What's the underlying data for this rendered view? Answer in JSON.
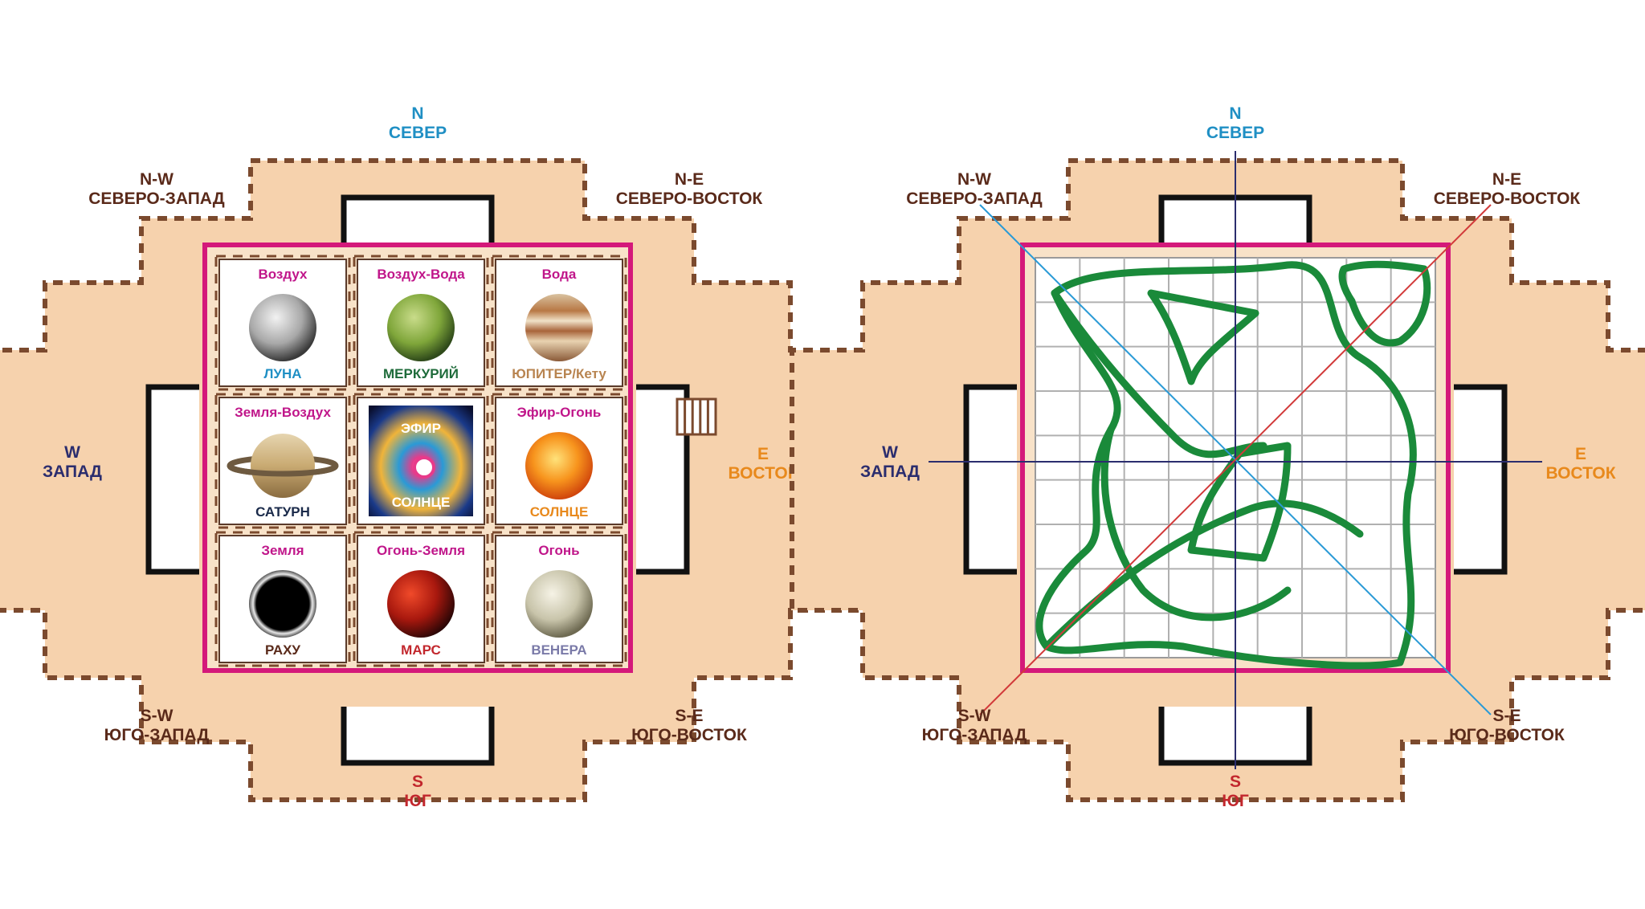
{
  "colors": {
    "north": "#1f8fc4",
    "south": "#c2272d",
    "west": "#2b2d6e",
    "east": "#e8891c",
    "corner": "#5a2a1a",
    "element": "#c0168a",
    "frame": "#d4197a",
    "wall": "#f6d2ad",
    "dash": "#7b4a2e",
    "figure": "#1a8a3a",
    "diag_nw_se": "#2a9ad6",
    "diag_sw_ne": "#d23a3a",
    "axis": "#2b2d6e"
  },
  "left": {
    "directions": {
      "n": {
        "code": "N",
        "name": "СЕВЕР"
      },
      "s": {
        "code": "S",
        "name": "ЮГ"
      },
      "w": {
        "code": "W",
        "name": "ЗАПАД"
      },
      "e": {
        "code": "E",
        "name": "ВОСТОК"
      },
      "nw": {
        "code": "N-W",
        "name": "СЕВЕРО-ЗАПАД"
      },
      "ne": {
        "code": "N-E",
        "name": "СЕВЕРО-ВОСТОК"
      },
      "sw": {
        "code": "S-W",
        "name": "ЮГО-ЗАПАД"
      },
      "se": {
        "code": "S-E",
        "name": "ЮГО-ВОСТОК"
      }
    },
    "cells": [
      {
        "element": "Воздух",
        "planet": "ЛУНА",
        "planet_color": "#1f8fc4",
        "icon": "moon-icon"
      },
      {
        "element": "Воздух-Вода",
        "planet": "МЕРКУРИЙ",
        "planet_color": "#1e6b3a",
        "icon": "mercury-icon"
      },
      {
        "element": "Вода",
        "planet": "ЮПИТЕР/Кету",
        "planet_color": "#b88450",
        "icon": "jupiter-icon"
      },
      {
        "element": "Земля-Воздух",
        "planet": "САТУРН",
        "planet_color": "#1a2a4a",
        "icon": "saturn-icon"
      },
      {
        "element": "ЭФИР",
        "planet": "СОЛНЦЕ",
        "planet_color": "#ffffff",
        "icon": "nebula-icon"
      },
      {
        "element": "Эфир-Огонь",
        "planet": "СОЛНЦЕ",
        "planet_color": "#e8891c",
        "icon": "sun-icon"
      },
      {
        "element": "Земля",
        "planet": "РАХУ",
        "planet_color": "#5a2a1a",
        "icon": "eclipse-icon"
      },
      {
        "element": "Огонь-Земля",
        "planet": "МАРС",
        "planet_color": "#c2272d",
        "icon": "mars-icon"
      },
      {
        "element": "Огонь",
        "planet": "ВЕНЕРА",
        "planet_color": "#7a7aa8",
        "icon": "venus-icon"
      }
    ]
  },
  "right": {
    "directions": {
      "n": {
        "code": "N",
        "name": "СЕВЕР"
      },
      "s": {
        "code": "S",
        "name": "ЮГ"
      },
      "w": {
        "code": "W",
        "name": "ЗАПАД"
      },
      "e": {
        "code": "E",
        "name": "ВОСТОК"
      },
      "nw": {
        "code": "N-W",
        "name": "СЕВЕРО-ЗАПАД"
      },
      "ne": {
        "code": "N-E",
        "name": "СЕВЕРО-ВОСТОК"
      },
      "sw": {
        "code": "S-W",
        "name": "ЮГО-ЗАПАД"
      },
      "se": {
        "code": "S-E",
        "name": "ЮГО-ВОСТОК"
      }
    },
    "grid": {
      "rows": 9,
      "cols": 9
    },
    "figure_icon": "vastu-purusha-icon"
  }
}
